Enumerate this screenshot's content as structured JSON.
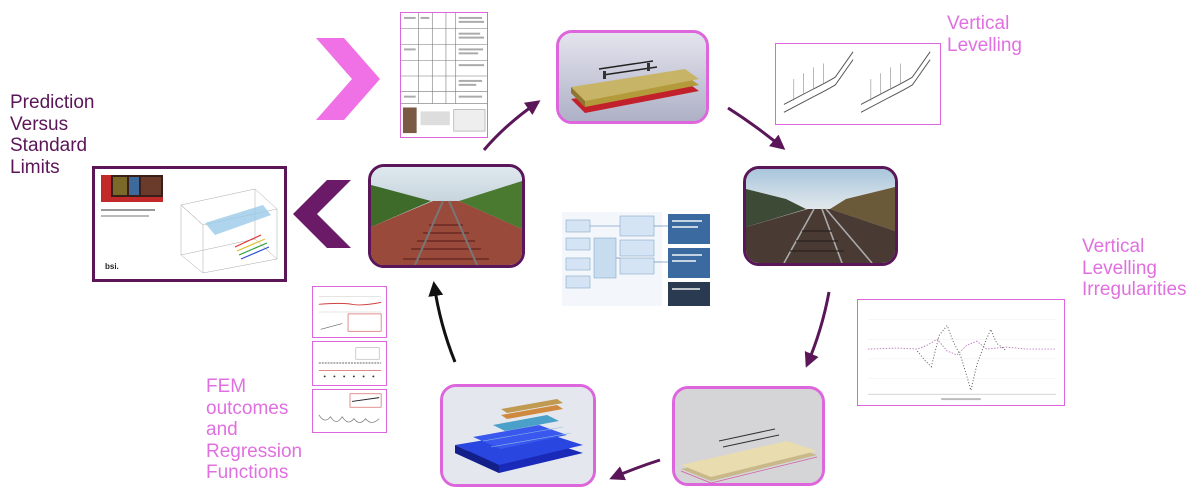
{
  "labels": {
    "vertical_levelling": [
      "Vertical",
      "Levelling"
    ],
    "vertical_levelling_irregularities": [
      "Vertical",
      "Levelling",
      "Irregularities"
    ],
    "prediction_vs_limits": [
      "Prediction",
      "Versus",
      "Standard",
      "Limits"
    ],
    "fem_outcomes": [
      "FEM",
      "outcomes",
      "and",
      "Regression",
      "Functions"
    ]
  },
  "report": {
    "logo_text": "bsi."
  },
  "colors": {
    "pink": "#e070e0",
    "purple": "#5a1658",
    "frame_pink": "#dd66dd"
  }
}
